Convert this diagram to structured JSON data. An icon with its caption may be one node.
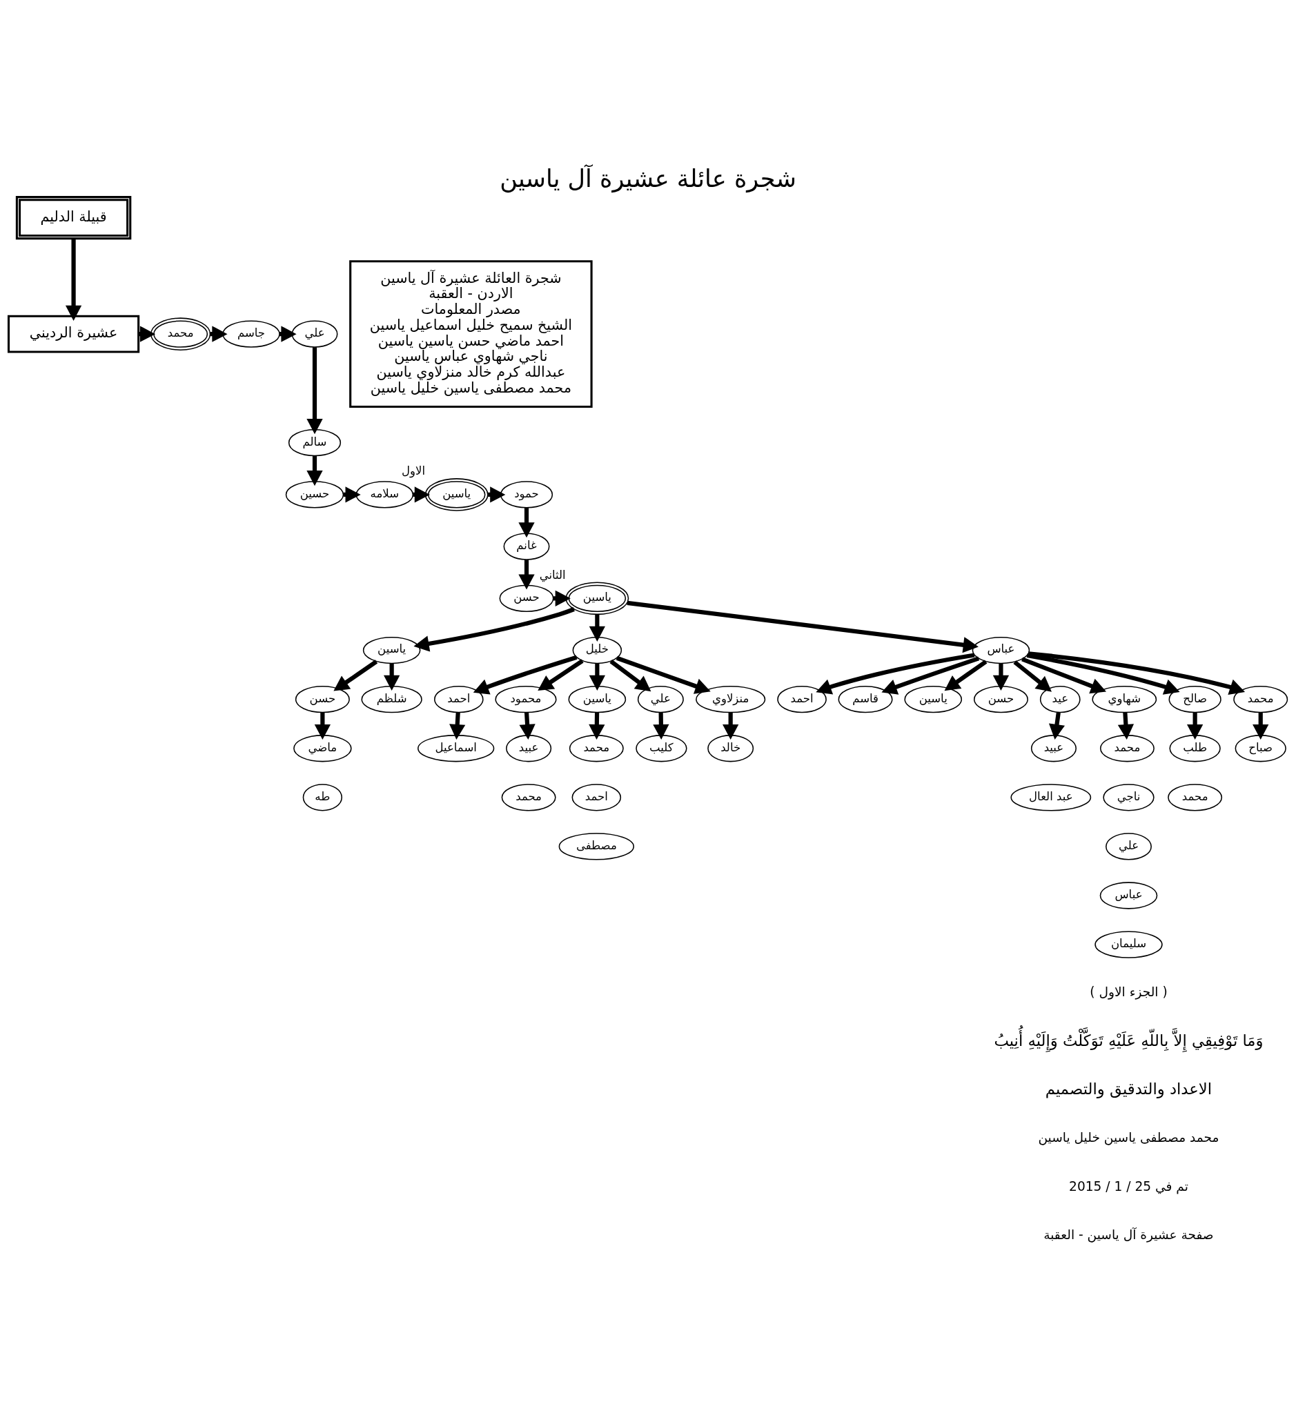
{
  "diagram": {
    "title": "شجرة عائلة عشيرة آل ياسين",
    "nodes": [
      {
        "text": [
          "قبيلة الدليم"
        ]
      },
      {
        "text": [
          "عشيرة الرديني"
        ]
      },
      {
        "text": [
          "محمد"
        ]
      },
      {
        "text": [
          "جاسم"
        ]
      },
      {
        "text": [
          "علي"
        ]
      },
      {
        "text": [
          "سالم"
        ]
      },
      {
        "text": [
          "حسين"
        ]
      },
      {
        "text": [
          "سلامه"
        ]
      },
      {
        "text": [
          "ياسين"
        ],
        "beside": [
          "الاول"
        ]
      },
      {
        "text": [
          "حمود"
        ]
      },
      {
        "text": [
          "غانم"
        ]
      },
      {
        "text": [
          "حسن"
        ]
      },
      {
        "text": [
          "ياسين"
        ],
        "beside": [
          "الثاني"
        ]
      },
      {
        "text": [
          "ياسين"
        ]
      },
      {
        "text": [
          "خليل"
        ]
      },
      {
        "text": [
          "عباس"
        ]
      },
      {
        "text": [
          "حسن"
        ]
      },
      {
        "text": [
          "شلظم"
        ]
      },
      {
        "text": [
          "ماضي"
        ]
      },
      {
        "text": [
          "طه"
        ]
      },
      {
        "text": [
          "احمد"
        ]
      },
      {
        "text": [
          "محمود"
        ]
      },
      {
        "text": [
          "ياسين"
        ]
      },
      {
        "text": [
          "علي"
        ]
      },
      {
        "text": [
          "منزلاوي"
        ]
      },
      {
        "text": [
          "اسماعيل"
        ]
      },
      {
        "text": [
          "عبيد"
        ]
      },
      {
        "text": [
          "محمد"
        ]
      },
      {
        "text": [
          "محمد"
        ]
      },
      {
        "text": [
          "احمد"
        ]
      },
      {
        "text": [
          "مصطفى"
        ]
      },
      {
        "text": [
          "كليب"
        ]
      },
      {
        "text": [
          "خالد"
        ]
      },
      {
        "text": [
          "احمد"
        ]
      },
      {
        "text": [
          "قاسم"
        ]
      },
      {
        "text": [
          "ياسين"
        ]
      },
      {
        "text": [
          "حسن"
        ]
      },
      {
        "text": [
          "عيد"
        ]
      },
      {
        "text": [
          "شهاوي"
        ]
      },
      {
        "text": [
          "صالح"
        ]
      },
      {
        "text": [
          "محمد"
        ]
      },
      {
        "text": [
          "عبيد"
        ]
      },
      {
        "text": [
          "عبد العال"
        ]
      },
      {
        "text": [
          "محمد"
        ]
      },
      {
        "text": [
          "ناجي"
        ]
      },
      {
        "text": [
          "علي"
        ]
      },
      {
        "text": [
          "عباس"
        ]
      },
      {
        "text": [
          "سليمان"
        ]
      },
      {
        "text": [
          "طلب"
        ]
      },
      {
        "text": [
          "محمد"
        ]
      },
      {
        "text": [
          "صباح"
        ]
      },
      {
        "text": [
          "شجرة العائلة عشيرة آل ياسين",
          "الاردن - العقبة",
          "مصدر المعلومات",
          "الشيخ سميح خليل اسماعيل ياسين",
          "احمد ماضي حسن ياسين ياسين",
          "ناجي شهاوي عباس ياسين",
          "عبدالله كرم خالد منزلاوي ياسين",
          "محمد مصطفى ياسين خليل ياسين"
        ]
      }
    ],
    "edges": [
      {
        "from": 0,
        "to": 1,
        "arrow": "to"
      },
      {
        "from": 1,
        "to": 2,
        "arrow": "to"
      },
      {
        "from": 2,
        "to": 3,
        "arrow": "to"
      },
      {
        "from": 3,
        "to": 4,
        "arrow": "to"
      },
      {
        "from": 4,
        "to": 5,
        "arrow": "to"
      },
      {
        "from": 5,
        "to": 6,
        "arrow": "to"
      },
      {
        "from": 6,
        "to": 7,
        "arrow": "to"
      },
      {
        "from": 7,
        "to": 8,
        "arrow": "to"
      },
      {
        "from": 8,
        "to": 9,
        "arrow": "to"
      },
      {
        "from": 9,
        "to": 10,
        "arrow": "to"
      },
      {
        "from": 10,
        "to": 11,
        "arrow": "to"
      },
      {
        "from": 11,
        "to": 12,
        "arrow": "to"
      },
      {
        "from": 12,
        "to": 13,
        "arrow": "to"
      },
      {
        "from": 12,
        "to": 14,
        "arrow": "to"
      },
      {
        "from": 12,
        "to": 15,
        "arrow": "to"
      },
      {
        "from": 13,
        "to": 16,
        "arrow": "to"
      },
      {
        "from": 13,
        "to": 17,
        "arrow": "to"
      },
      {
        "from": 16,
        "to": 18,
        "arrow": "to"
      },
      {
        "from": 14,
        "to": 20,
        "arrow": "to"
      },
      {
        "from": 14,
        "to": 21,
        "arrow": "to"
      },
      {
        "from": 14,
        "to": 22,
        "arrow": "to"
      },
      {
        "from": 14,
        "to": 23,
        "arrow": "to"
      },
      {
        "from": 14,
        "to": 24,
        "arrow": "to"
      },
      {
        "from": 20,
        "to": 25,
        "arrow": "to"
      },
      {
        "from": 21,
        "to": 26,
        "arrow": "to"
      },
      {
        "from": 22,
        "to": 28,
        "arrow": "to"
      },
      {
        "from": 23,
        "to": 31,
        "arrow": "to"
      },
      {
        "from": 24,
        "to": 32,
        "arrow": "to"
      },
      {
        "from": 15,
        "to": 33,
        "arrow": "to"
      },
      {
        "from": 15,
        "to": 34,
        "arrow": "to"
      },
      {
        "from": 15,
        "to": 35,
        "arrow": "to"
      },
      {
        "from": 15,
        "to": 36,
        "arrow": "to"
      },
      {
        "from": 15,
        "to": 37,
        "arrow": "to"
      },
      {
        "from": 15,
        "to": 38,
        "arrow": "to"
      },
      {
        "from": 15,
        "to": 39,
        "arrow": "to"
      },
      {
        "from": 15,
        "to": 40,
        "arrow": "to"
      },
      {
        "from": 37,
        "to": 41,
        "arrow": "to"
      },
      {
        "from": 38,
        "to": 43,
        "arrow": "to"
      },
      {
        "from": 39,
        "to": 48,
        "arrow": "to"
      },
      {
        "from": 40,
        "to": 50,
        "arrow": "to"
      }
    ],
    "labels": [
      "( الجزء الاول )",
      "وَمَا تَوْفِيقِي إِلاَّ بِاللّهِ عَلَيْهِ تَوَكَّلْتُ وَإِلَيْهِ أُنِيبُ",
      "الاعداد والتدقيق والتصميم",
      "محمد مصطفى ياسين خليل ياسين",
      "تم في 25 / 1 / 2015",
      "صفحة عشيرة آل ياسين - العقبة"
    ]
  }
}
